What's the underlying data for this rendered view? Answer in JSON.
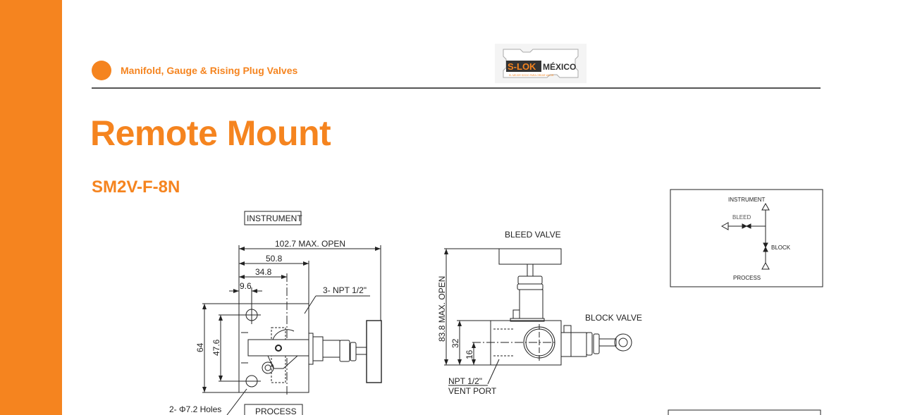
{
  "header": {
    "section": "Manifold, Gauge & Rising Plug Valves",
    "logo": {
      "brand": "S-LOK",
      "country": "MÉXICO",
      "tagline": "EL MEJOR SOCIO PARA CREAR VALOR"
    }
  },
  "page": {
    "title": "Remote Mount",
    "model": "SM2V-F-8N"
  },
  "front_view": {
    "top_label": "INSTRUMENT",
    "bottom_label": "PROCESS",
    "dim_max_open": "102.7 MAX. OPEN",
    "dim_width": "50.8",
    "dim_center": "34.8",
    "dim_hole_offset": "9.6",
    "dim_height": "64",
    "dim_hole_spacing": "47.6",
    "ports_note": "3- NPT 1/2\"",
    "holes_note": "2- Φ7.2 Holes"
  },
  "side_view": {
    "bleed_label": "BLEED VALVE",
    "block_label": "BLOCK VALVE",
    "dim_max_open": "83.8 MAX. OPEN",
    "dim_body": "32",
    "dim_center": "16",
    "vent_note_1": "NPT 1/2\"",
    "vent_note_2": "VENT PORT"
  },
  "schematic": {
    "instrument": "INSTRUMENT",
    "bleed": "BLEED",
    "block": "BLOCK",
    "process": "PROCESS"
  },
  "colors": {
    "accent": "#F5841F",
    "rule": "#555555"
  }
}
